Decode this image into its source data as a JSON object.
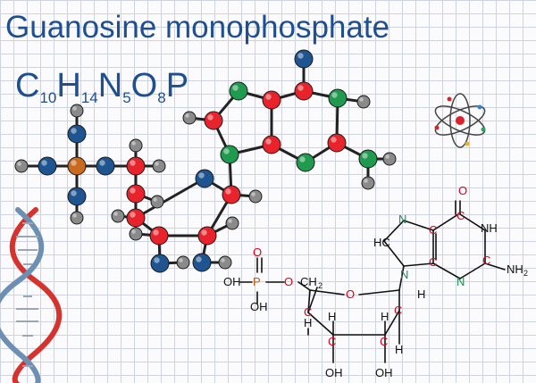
{
  "title": "Guanosine monophosphate",
  "formula": {
    "parts": [
      {
        "text": "C",
        "sub": "10"
      },
      {
        "text": "H",
        "sub": "14"
      },
      {
        "text": "N",
        "sub": "5"
      },
      {
        "text": "O",
        "sub": "8"
      },
      {
        "text": "P",
        "sub": ""
      }
    ]
  },
  "colors": {
    "title": "#1d4f91",
    "carbon": "#e8232b",
    "nitrogen": "#1f9a4e",
    "oxygen_ball": "#1e5590",
    "hydrogen": "#8a8a8a",
    "phosphorus": "#c96a1e",
    "label_oxygen": "#e0001a",
    "label_phosphorus": "#c35a11",
    "label_nitrogen": "#1f8a54",
    "label_plain": "#111111"
  },
  "structural_labels": {
    "carbonyl_o": "O",
    "n1h": "NH",
    "amine": "NH",
    "amine_sub": "2",
    "n7": "N",
    "n3": "N",
    "n9": "N",
    "c8": "HC",
    "base_c": "C",
    "p": "P",
    "p_o_top": "O",
    "p_oh_left": "OH",
    "p_oh_bottom": "OH",
    "ester_o": "O",
    "ch2": "CH",
    "ch2_sub": "2",
    "ring_o": "O",
    "sugar_c": "C",
    "h": "H",
    "sugar_oh": "OH"
  },
  "icons": [
    "dna-helix-icon",
    "atom-icon"
  ]
}
